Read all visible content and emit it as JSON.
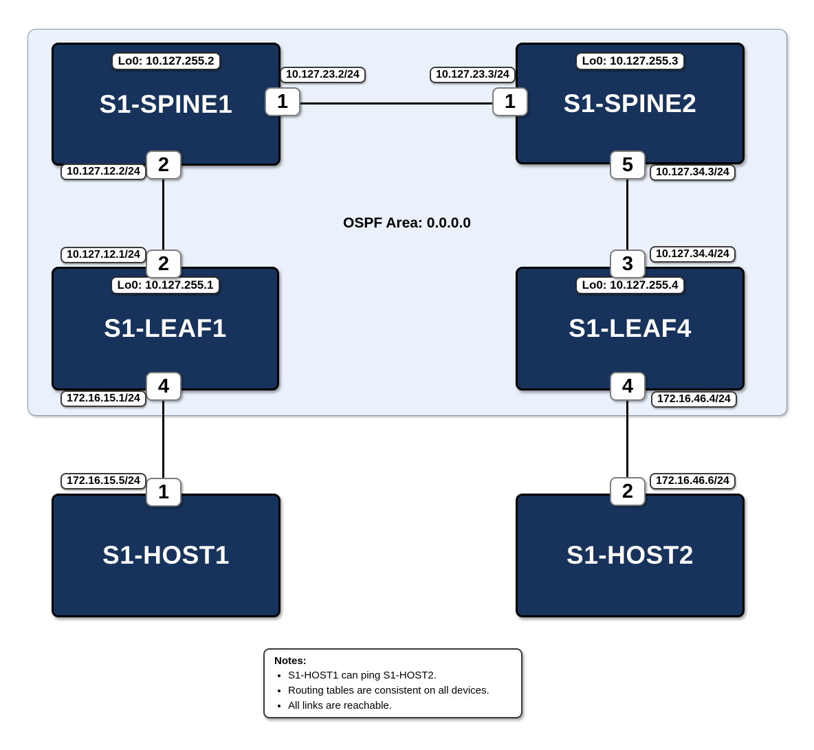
{
  "colors": {
    "device_fill": "#17335B",
    "device_border": "#000000",
    "area_fill": "#EAF1FB",
    "area_border": "#8693A6",
    "link": "#000000",
    "label_bg": "#FFFFFF",
    "text_on_device": "#FFFFFF",
    "text_dark": "#000000"
  },
  "area": {
    "label": "OSPF Area: 0.0.0.0"
  },
  "devices": {
    "spine1": {
      "name": "S1-SPINE1",
      "loopback": "Lo0: 10.127.255.2"
    },
    "spine2": {
      "name": "S1-SPINE2",
      "loopback": "Lo0: 10.127.255.3"
    },
    "leaf1": {
      "name": "S1-LEAF1",
      "loopback": "Lo0: 10.127.255.1"
    },
    "leaf4": {
      "name": "S1-LEAF4",
      "loopback": "Lo0: 10.127.255.4"
    },
    "host1": {
      "name": "S1-HOST1"
    },
    "host2": {
      "name": "S1-HOST2"
    }
  },
  "ports": {
    "spine1_right": "1",
    "spine1_bottom": "2",
    "spine2_left": "1",
    "spine2_bottom": "5",
    "leaf1_top": "2",
    "leaf1_bottom": "4",
    "leaf4_top": "3",
    "leaf4_bottom": "4",
    "host1_top": "1",
    "host2_top": "2"
  },
  "ip_labels": {
    "spine1_to_spine2": "10.127.23.2/24",
    "spine2_to_spine1": "10.127.23.3/24",
    "spine1_to_leaf1": "10.127.12.2/24",
    "spine2_to_leaf4": "10.127.34.3/24",
    "leaf1_to_spine1": "10.127.12.1/24",
    "leaf4_to_spine2": "10.127.34.4/24",
    "leaf1_to_host1": "172.16.15.1/24",
    "leaf4_to_host2": "172.16.46.4/24",
    "host1_to_leaf1": "172.16.15.5/24",
    "host2_to_leaf4": "172.16.46.6/24"
  },
  "notes": {
    "title": "Notes:",
    "items": [
      "S1-HOST1 can ping S1-HOST2.",
      "Routing tables are consistent on all devices.",
      "All links are reachable."
    ]
  }
}
